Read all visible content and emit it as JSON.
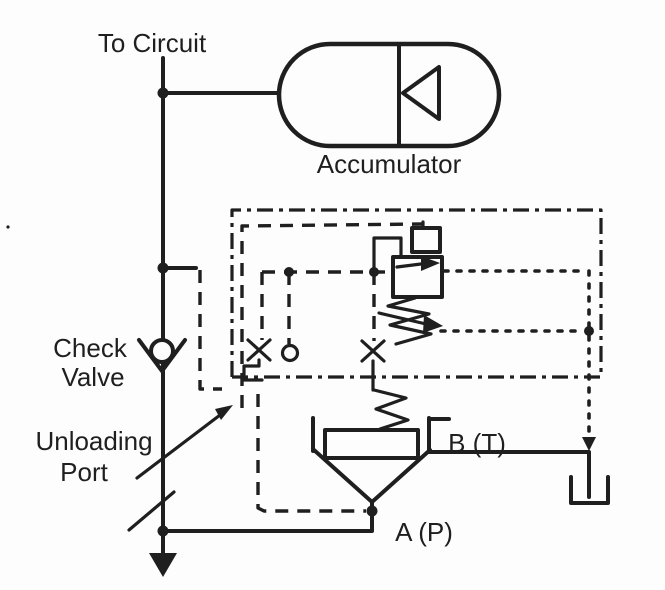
{
  "diagram": {
    "type": "hydraulic-schematic",
    "colors": {
      "ink": "#1f1f1f",
      "background": "#fdfdfd"
    },
    "labels": {
      "to_circuit": "To Circuit",
      "accumulator": "Accumulator",
      "check_valve_line1": "Check",
      "check_valve_line2": "Valve",
      "unloading_line1": "Unloading",
      "unloading_line2": "Port",
      "port_a": "A (P)",
      "port_b": "B (T)"
    },
    "components": [
      {
        "name": "supply-line",
        "description": "Main pressure line rising to circuit, arrowhead at bottom inlet"
      },
      {
        "name": "accumulator",
        "description": "Gas-charged accumulator capsule with internal gas/fluid divider triangle"
      },
      {
        "name": "check-valve",
        "description": "Ball check valve on main line"
      },
      {
        "name": "unloading-valve-enclosure",
        "description": "Dash-dot enclosure with dashed pilot and drain lines"
      },
      {
        "name": "pilot-relief-valve",
        "description": "Pilot stage with adjustable spring"
      },
      {
        "name": "main-poppet-valve",
        "description": "Main unloading poppet between A (P) and B (T) ports"
      },
      {
        "name": "tank",
        "description": "Reservoir symbol at B (T) outlet"
      },
      {
        "name": "unloading-port-arrow",
        "description": "Callout arrow pointing to unloading port opening"
      }
    ]
  }
}
